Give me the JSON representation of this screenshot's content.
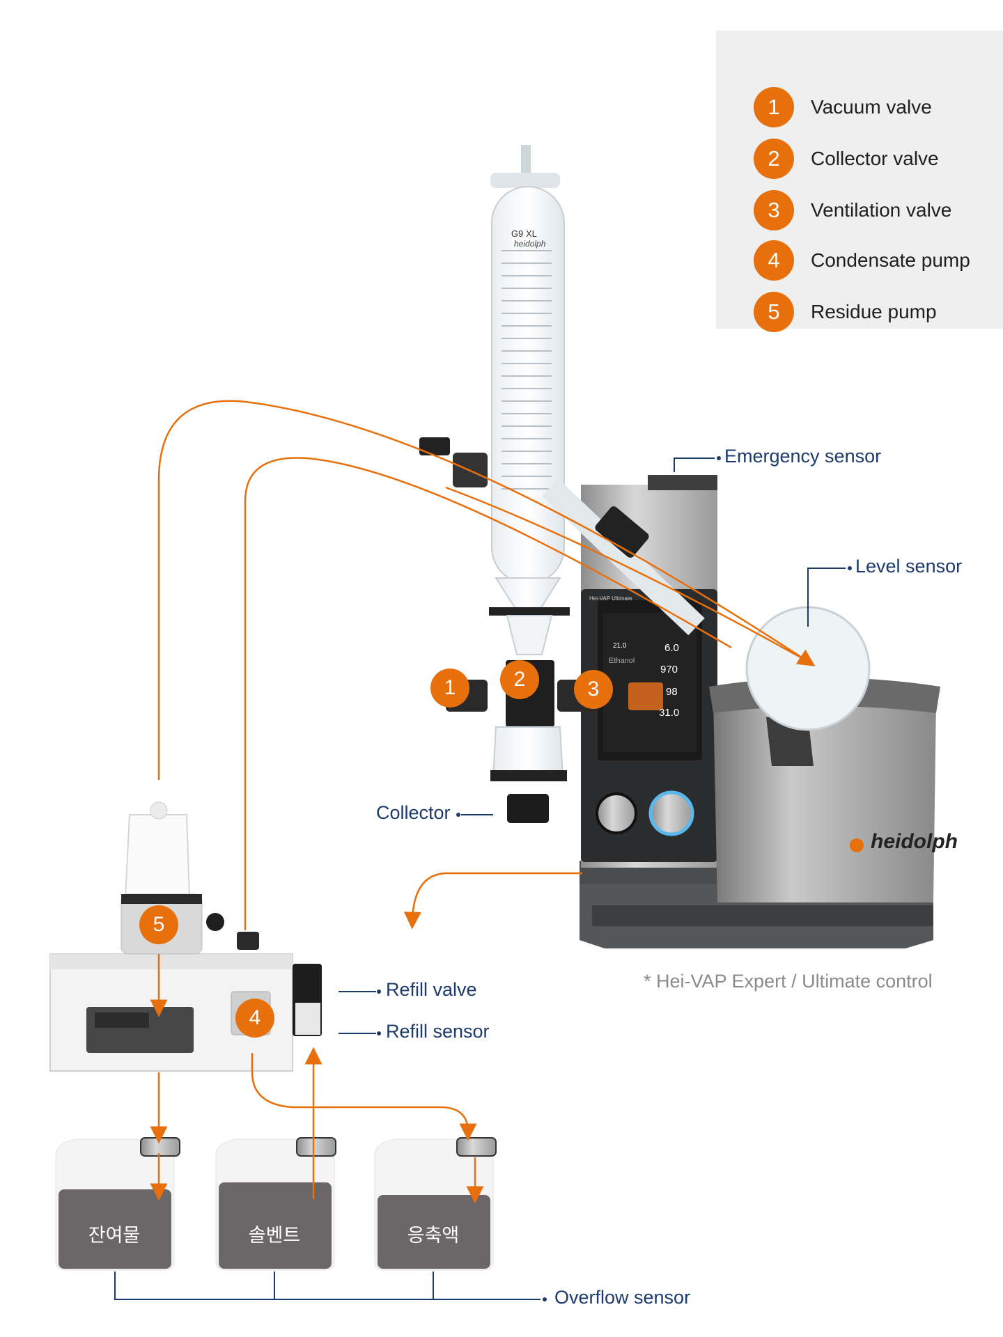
{
  "legend": {
    "items": [
      {
        "num": "1",
        "label": "Vacuum valve"
      },
      {
        "num": "2",
        "label": "Collector valve"
      },
      {
        "num": "3",
        "label": "Ventilation valve"
      },
      {
        "num": "4",
        "label": "Condensate pump"
      },
      {
        "num": "5",
        "label": "Residue pump"
      }
    ]
  },
  "callouts": {
    "emergency": "Emergency sensor",
    "level": "Level sensor",
    "collector": "Collector",
    "refill_valve": "Refill valve",
    "refill_sensor": "Refill sensor",
    "overflow": "Overflow sensor"
  },
  "footnote": "* Hei-VAP Expert / Ultimate control",
  "tanks": [
    {
      "label": "잔여물"
    },
    {
      "label": "솔벤트"
    },
    {
      "label": "응축액"
    }
  ],
  "device": {
    "condenser_model": "G9 XL",
    "brand": "heidolph",
    "screen_title": "Hei-VAP Ultimate",
    "screen_solvent": "Ethanol",
    "screen_values": [
      "21.0",
      "6.0",
      "970",
      "98",
      "31.0"
    ]
  },
  "colors": {
    "accent": "#e8700c",
    "callout_text": "#1c3a6b",
    "tank_fill": "#6b6668",
    "legend_bg": "#efefef"
  }
}
